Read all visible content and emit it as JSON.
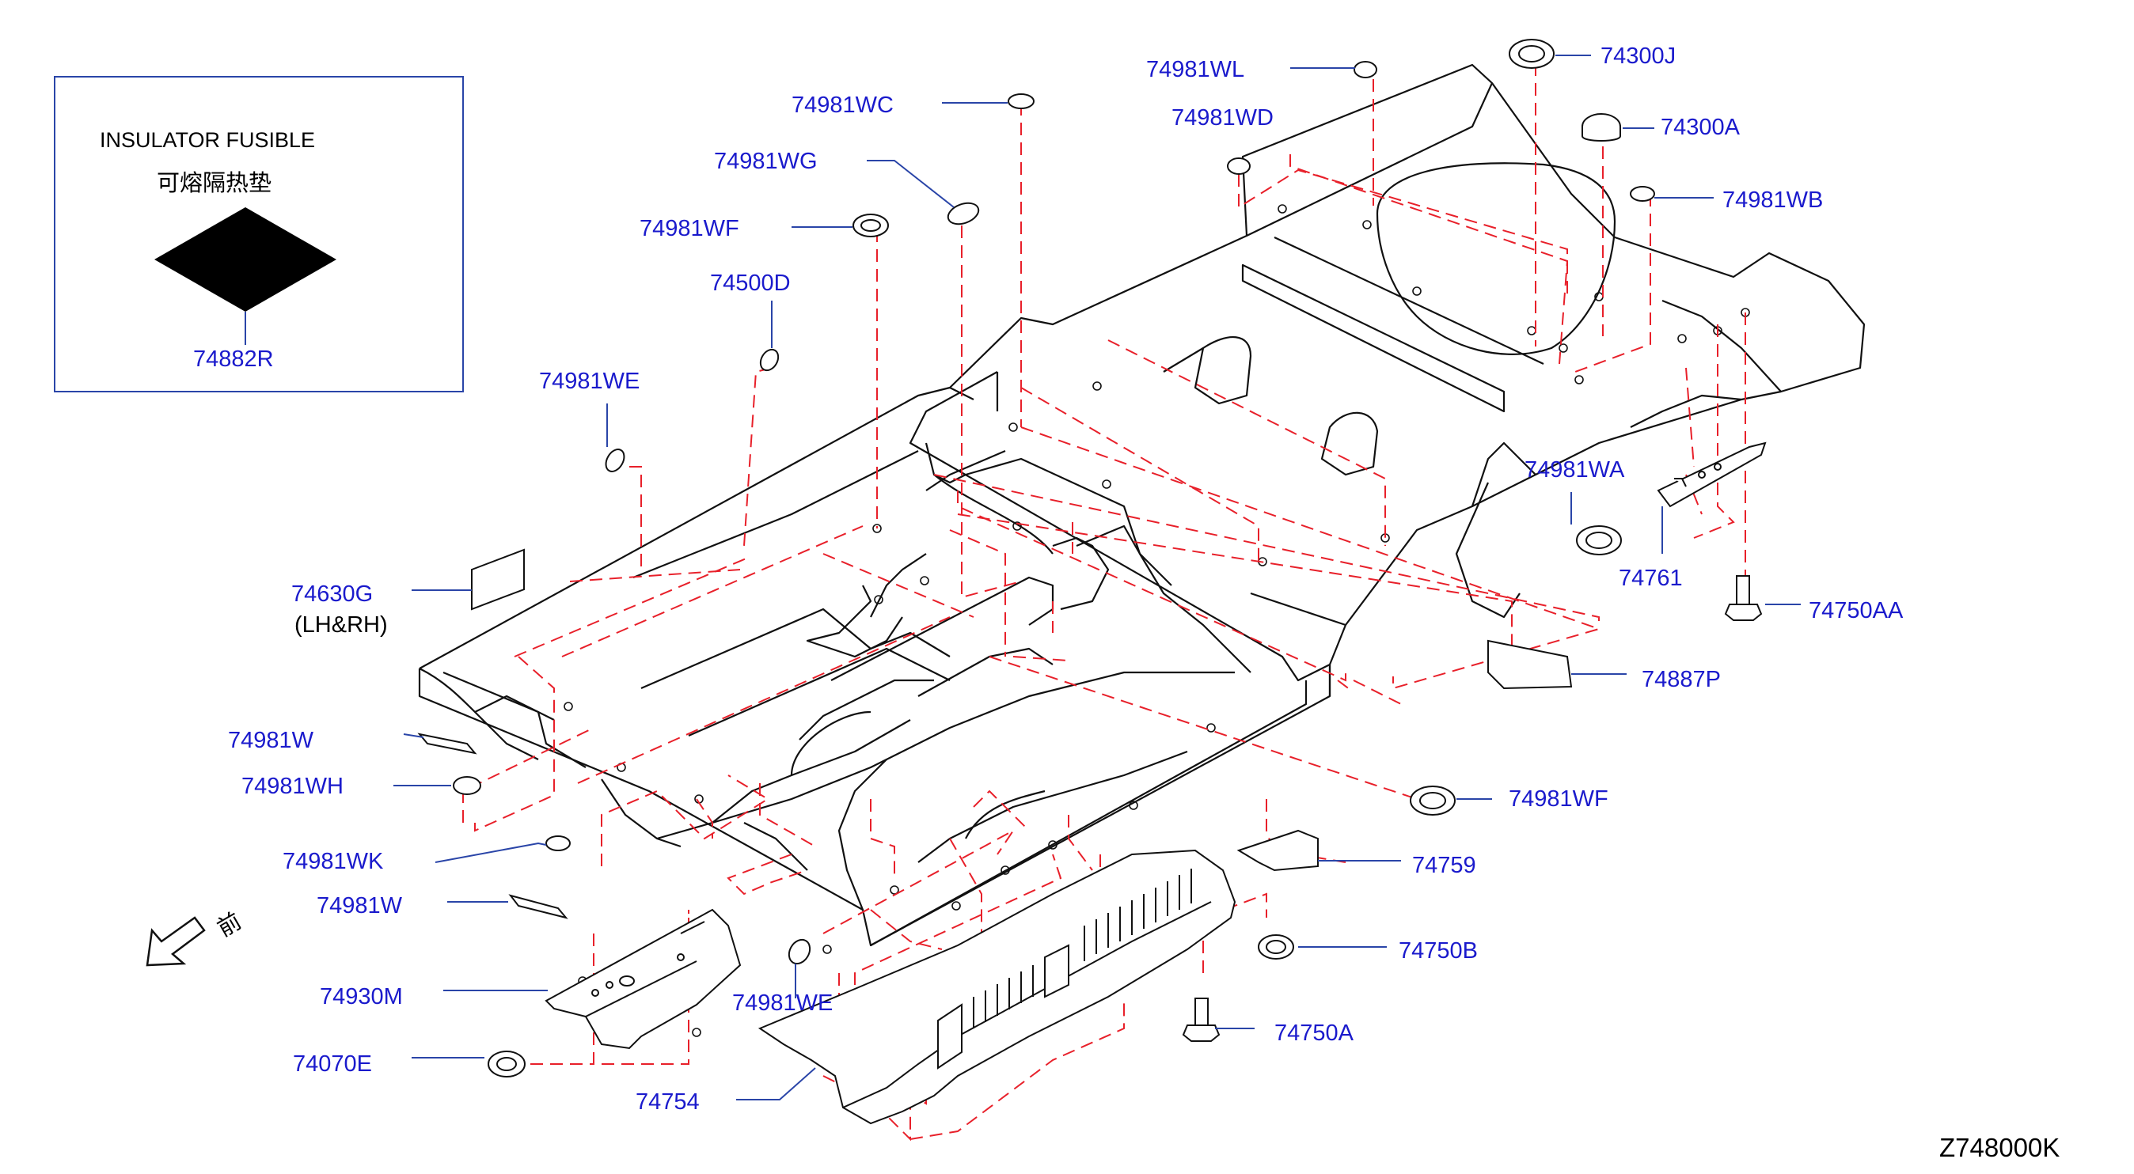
{
  "legend": {
    "title": "INSULATOR   FUSIBLE",
    "subtitle_cn": "可熔隔热垫",
    "part_number": "74882R"
  },
  "labels": {
    "wl": "74981WL",
    "j": "74300J",
    "wc": "74981WC",
    "wd": "74981WD",
    "a300": "74300A",
    "wg": "74981WG",
    "wb": "74981WB",
    "wf_top": "74981WF",
    "d500": "74500D",
    "we_top": "74981WE",
    "wa": "74981WA",
    "g630": "74630G",
    "lhrh": "(LH&RH)",
    "k761": "74761",
    "aa750": "74750AA",
    "p887": "74887P",
    "w1": "74981W",
    "wh": "74981WH",
    "wf_right": "74981WF",
    "wk": "74981WK",
    "m759": "74759",
    "w2": "74981W",
    "front_cn": "前",
    "b750": "74750B",
    "m930": "74930M",
    "we_bottom": "74981WE",
    "a750": "74750A",
    "e070": "74070E",
    "m754": "74754"
  },
  "diagram_code": "Z748000K",
  "colors": {
    "label": "#1a1acc",
    "leader": "#2a45a8",
    "dash": "#e8202a",
    "outline": "#111111"
  }
}
